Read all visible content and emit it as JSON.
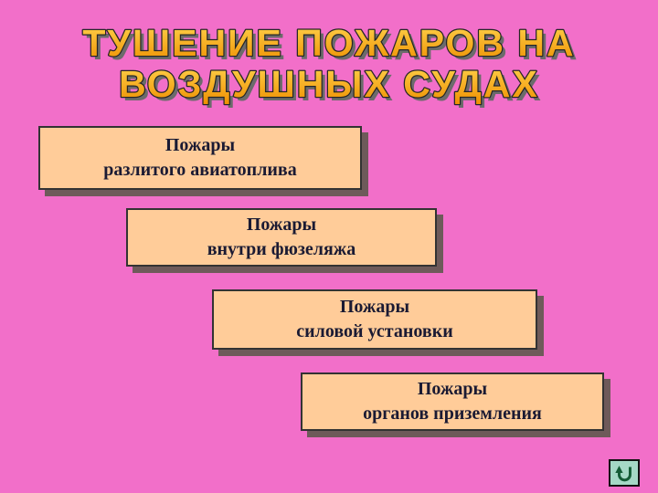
{
  "slide": {
    "title": {
      "line1": "ТУШЕНИЕ ПОЖАРОВ НА",
      "line2": "ВОЗДУШНЫХ СУДАХ"
    },
    "boxes": [
      {
        "line1": "Пожары",
        "line2": "разлитого авиатоплива"
      },
      {
        "line1": "Пожары",
        "line2": "внутри фюзеляжа"
      },
      {
        "line1": "Пожары",
        "line2": "силовой установки"
      },
      {
        "line1": "Пожары",
        "line2": "органов приземления"
      }
    ],
    "nav": {
      "icon": "return-arrow-icon"
    },
    "colors": {
      "background": "#F26FC9",
      "box_fill": "#FFCC99",
      "box_border": "#333333",
      "box_text": "#1A1A33",
      "box_shadow": "#6E5A5A",
      "title_gold_top": "#FFD34D",
      "title_gold_bottom": "#EE8F00",
      "title_outline": "#262626",
      "title_shadow": "#6B6B6B",
      "nav_fill": "#A5D8C6",
      "nav_arrow": "#145C36"
    }
  }
}
